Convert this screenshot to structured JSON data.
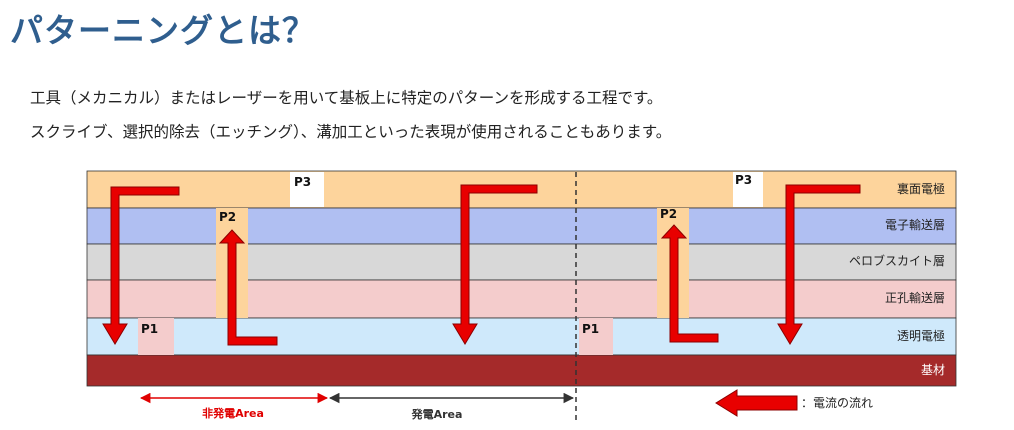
{
  "title": "パターニングとは？",
  "description": {
    "line1": "工具（メカニカル）またはレーザーを用いて基板上に特定のパターンを形成する工程です。",
    "line2": "スクライブ、選択的除去（エッチング）、溝加工といった表現が使用されることもあります。"
  },
  "layers": [
    {
      "key": "back_electrode",
      "label": "裏面電極",
      "color": "#fdd49c"
    },
    {
      "key": "etl",
      "label": "電子輸送層",
      "color": "#b0bff2"
    },
    {
      "key": "perovskite",
      "label": "ペロブスカイト層",
      "color": "#d8d8d8"
    },
    {
      "key": "htl",
      "label": "正孔輸送層",
      "color": "#f4cccc"
    },
    {
      "key": "tco",
      "label": "透明電極",
      "color": "#cfe9fb"
    },
    {
      "key": "substrate",
      "label": "基材",
      "color": "#a52a2a"
    }
  ],
  "patterns": {
    "p1": "P1",
    "p2": "P2",
    "p3": "P3"
  },
  "areas": {
    "non_generating": {
      "label": "非発電Area",
      "color": "#e00000"
    },
    "generating": {
      "label": "発電Area",
      "color": "#333333"
    }
  },
  "legend": {
    "current_flow": "：電流の流れ"
  },
  "colors": {
    "title": "#2f5e8e",
    "arrow": "#e80000",
    "arrow_outline": "#8b0000"
  }
}
